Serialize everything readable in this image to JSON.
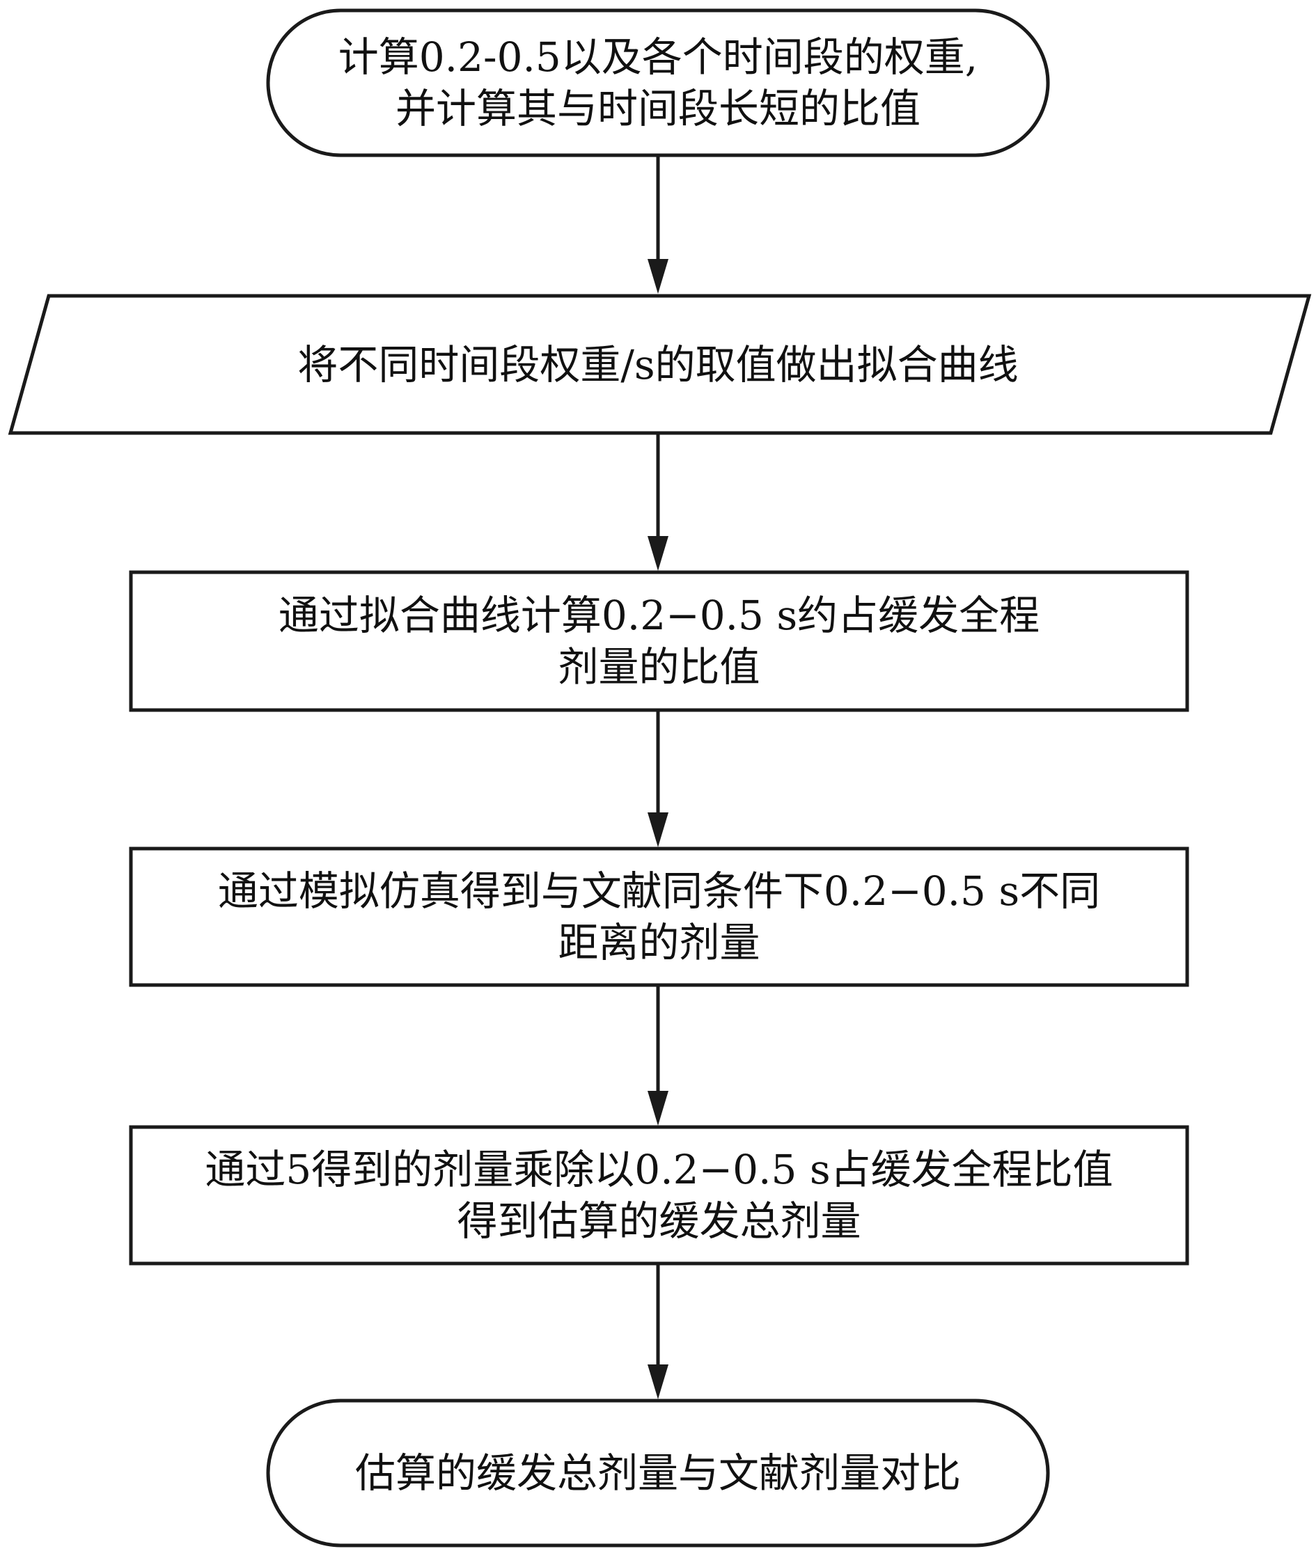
{
  "colors": {
    "stroke": "#1a1a1a",
    "fill": "#ffffff",
    "text": "#111111"
  },
  "nodes": {
    "start": {
      "shape": "terminator",
      "line1": "计算0.2-0.5以及各个时间段的权重,",
      "line2": "并计算其与时间段长短的比值"
    },
    "input": {
      "shape": "parallelogram",
      "line1": "将不同时间段权重/s的取值做出拟合曲线"
    },
    "process1": {
      "shape": "rectangle",
      "line1": "通过拟合曲线计算0.2−0.5 s约占缓发全程",
      "line2": "剂量的比值"
    },
    "process2": {
      "shape": "rectangle",
      "line1": "通过模拟仿真得到与文献同条件下0.2−0.5 s不同",
      "line2": "距离的剂量"
    },
    "process3": {
      "shape": "rectangle",
      "line1": "通过5得到的剂量乘除以0.2−0.5 s占缓发全程比值",
      "line2": "得到估算的缓发总剂量"
    },
    "end": {
      "shape": "terminator",
      "line1": "估算的缓发总剂量与文献剂量对比"
    }
  }
}
